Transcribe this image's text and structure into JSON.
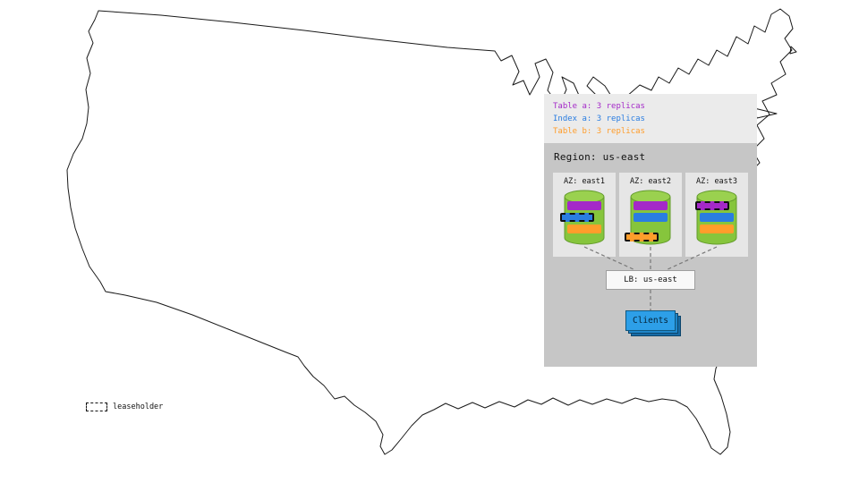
{
  "legend": {
    "items": [
      {
        "label": "Table a: 3 replicas",
        "color": "#a429c8"
      },
      {
        "label": "Index a: 3 replicas",
        "color": "#2a7de1"
      },
      {
        "label": "Table b: 3 replicas",
        "color": "#ff9d2b"
      }
    ]
  },
  "region": {
    "label": "Region: us-east",
    "azs": [
      {
        "label": "AZ: east1",
        "replicas": [
          {
            "name": "table-a-replica",
            "color": "#a429c8",
            "leaseholder": false
          },
          {
            "name": "index-a-replica",
            "color": "#2a7de1",
            "leaseholder": true
          },
          {
            "name": "table-b-replica",
            "color": "#ff9d2b",
            "leaseholder": false
          }
        ]
      },
      {
        "label": "AZ: east2",
        "replicas": [
          {
            "name": "table-a-replica",
            "color": "#a429c8",
            "leaseholder": false
          },
          {
            "name": "index-a-replica",
            "color": "#2a7de1",
            "leaseholder": false
          },
          {
            "name": "table-b-replica",
            "color": "#ff9d2b",
            "leaseholder": true
          }
        ]
      },
      {
        "label": "AZ: east3",
        "replicas": [
          {
            "name": "table-a-replica",
            "color": "#a429c8",
            "leaseholder": true
          },
          {
            "name": "index-a-replica",
            "color": "#2a7de1",
            "leaseholder": false
          },
          {
            "name": "table-b-replica",
            "color": "#ff9d2b",
            "leaseholder": false
          }
        ]
      }
    ]
  },
  "load_balancer": {
    "label": "LB: us-east"
  },
  "clients": {
    "label": "Clients"
  },
  "map_legend": {
    "label": "leaseholder"
  },
  "colors": {
    "node_body": "#86c53c",
    "node_top": "#9ad14f",
    "node_stroke": "#649c2c",
    "panel_light": "#ebebeb",
    "panel_region": "#c6c6c6",
    "panel_az": "#e6e6e6",
    "clients_fill": "#2d9fe8",
    "connector": "#787878"
  }
}
